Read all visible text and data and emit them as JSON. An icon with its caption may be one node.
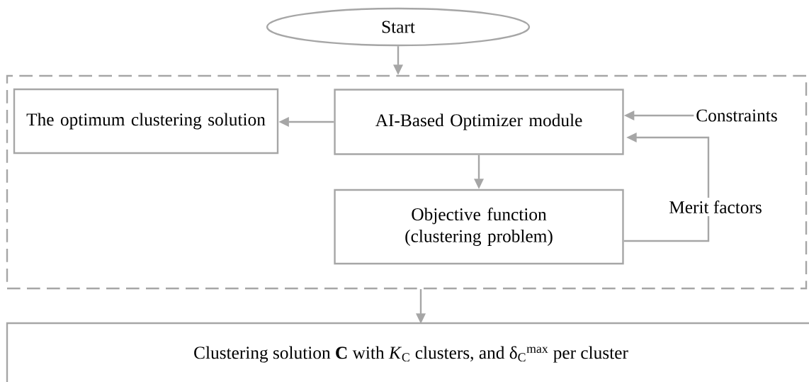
{
  "diagram": {
    "nodes": [
      {
        "text": [
          "Start"
        ]
      },
      {
        "text": [],
        "shape": "box"
      },
      {
        "text": [
          "The optimum clustering solution"
        ],
        "in": 1
      },
      {
        "text": [
          "AI-Based Optimizer module"
        ],
        "in": 1
      },
      {
        "text": [
          "Constraints"
        ],
        "in": 1
      },
      {
        "text": [
          "Objective function (clustering problem)"
        ],
        "in": 1
      },
      {
        "text": [
          "Clustering solution **C** with *K*$_{C}$ clusters, and δ$_{C}$$^{max}$ per cluster"
        ]
      }
    ],
    "edges": [
      {
        "from": 0,
        "to": 1,
        "arrow": "to"
      },
      {
        "from": 3,
        "to": 2,
        "arrow": "to"
      },
      {
        "from": 4,
        "to": 3,
        "arrow": "to"
      },
      {
        "from": 3,
        "to": 5,
        "arrow": "to"
      },
      {
        "from": 5,
        "to": 3,
        "arrow": "to",
        "label": "Merit factors"
      },
      {
        "from": 1,
        "to": 6,
        "arrow": "to"
      }
    ]
  }
}
